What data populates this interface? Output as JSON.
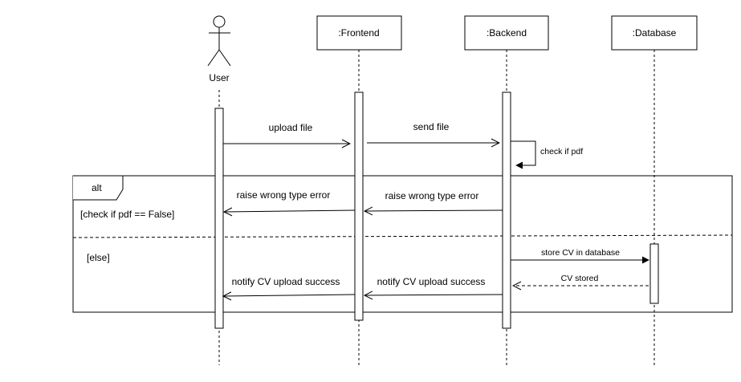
{
  "participants": {
    "user": {
      "label": "User"
    },
    "frontend": {
      "label": ":Frontend"
    },
    "backend": {
      "label": ":Backend"
    },
    "database": {
      "label": ":Database"
    }
  },
  "messages": {
    "upload_file": "upload file",
    "send_file": "send file",
    "check_if_pdf": "check if pdf",
    "raise_error_backend": "raise wrong type error",
    "raise_error_frontend": "raise wrong type error",
    "store_cv": "store CV in database",
    "cv_stored": "CV stored",
    "notify_backend": "notify CV upload success",
    "notify_frontend": "notify CV upload success"
  },
  "fragment": {
    "operator": "alt",
    "guard_1": "[check if pdf == False]",
    "guard_2": "[else]"
  }
}
